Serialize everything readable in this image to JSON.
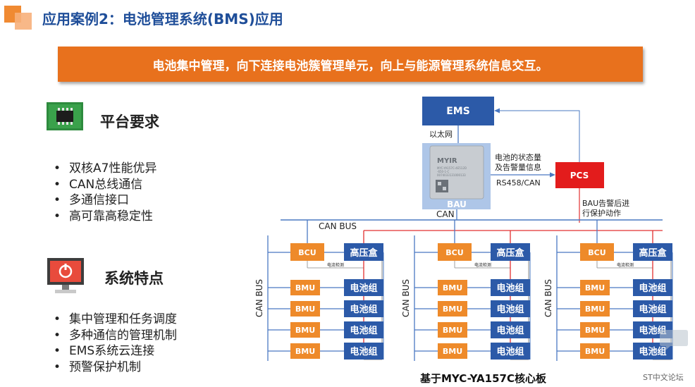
{
  "header": {
    "title": "应用案例2：电池管理系统(BMS)应用"
  },
  "banner": {
    "text": "电池集中管理，向下连接电池簇管理单元，向上与能源管理系统信息交互。"
  },
  "platform": {
    "heading": "平台要求",
    "items": [
      "双核A7性能优异",
      "CAN总线通信",
      "多通信接口",
      "高可靠高稳定性"
    ]
  },
  "features": {
    "heading": "系统特点",
    "items": [
      "集中管理和任务调度",
      "多种通信的管理机制",
      "EMS系统云连接",
      "预警保护机制"
    ]
  },
  "diagram": {
    "ems": "EMS",
    "ethernet": "以太网",
    "bau": "BAU",
    "bau_chip_brand": "MYIR",
    "bau_chip_lines": [
      "MYC-YA157C-4E512D",
      "-650-1-C",
      "0074033131000133"
    ],
    "pcs": "PCS",
    "status_line1": "电池的状态量",
    "status_line2": "及告警量信息",
    "rs_label": "RS458/CAN",
    "bau_alarm_line1": "BAU告警后进",
    "bau_alarm_line2": "行保护动作",
    "can": "CAN",
    "can_bus": "CAN BUS",
    "bcu": "BCU",
    "hv_box": "高压盒",
    "current_detect": "电流检测",
    "bmu": "BMU",
    "battery_group": "电池组",
    "caption": "基于MYC-YA157C核心板"
  },
  "watermark": {
    "text": "ST中文论坛"
  },
  "colors": {
    "title_blue": "#1f4e99",
    "banner_orange": "#e8711d",
    "box_blue": "#2c5aa8",
    "box_orange": "#ee8a2a",
    "pcs_red": "#e31c1c",
    "bus_blue": "#4a78c2",
    "power_red": "#e23030"
  }
}
